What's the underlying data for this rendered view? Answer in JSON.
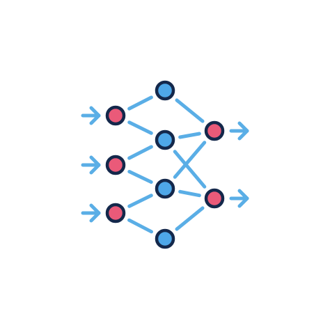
{
  "icon": "neural-network-icon",
  "colors": {
    "background": "#ffffff",
    "edge": "#5aaee6",
    "node_outline": "#14284b",
    "input_node_fill": "#ea5a79",
    "hidden_node_fill": "#4ea7e8",
    "output_node_fill": "#ea5a79"
  },
  "layers": [
    {
      "name": "input",
      "nodes": [
        "in1",
        "in2",
        "in3"
      ]
    },
    {
      "name": "hidden",
      "nodes": [
        "h1",
        "h2",
        "h3",
        "h4"
      ]
    },
    {
      "name": "output",
      "nodes": [
        "out1",
        "out2"
      ]
    }
  ],
  "connections": [
    [
      "in1",
      "h1"
    ],
    [
      "in1",
      "h2"
    ],
    [
      "in2",
      "h2"
    ],
    [
      "in2",
      "h3"
    ],
    [
      "in3",
      "h3"
    ],
    [
      "in3",
      "h4"
    ],
    [
      "h1",
      "out1"
    ],
    [
      "h2",
      "out1"
    ],
    [
      "h3",
      "out1"
    ],
    [
      "h2",
      "out2"
    ],
    [
      "h3",
      "out2"
    ],
    [
      "h4",
      "out2"
    ]
  ],
  "input_arrows": 3,
  "output_arrows": 2
}
